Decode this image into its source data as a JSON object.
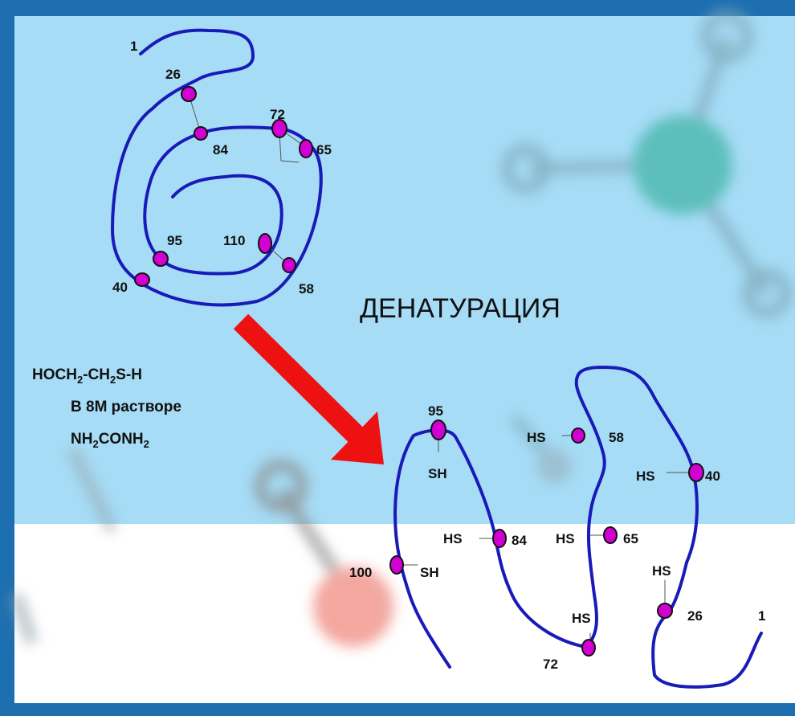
{
  "title": "ДЕНАТУРАЦИЯ",
  "conditions": {
    "line1": {
      "a": "HOCH",
      "s1": "2",
      "b": "-CH",
      "s2": "2",
      "c": "S-H"
    },
    "line2": "В 8M растворе",
    "line3": {
      "a": "NH",
      "s1": "2",
      "b": "CONH",
      "s2": "2"
    }
  },
  "native": {
    "terminus": "1",
    "residues": [
      "26",
      "84",
      "72",
      "65",
      "95",
      "110",
      "40",
      "58"
    ]
  },
  "denatured": {
    "terminus": "1",
    "residues": [
      "95",
      "100",
      "84",
      "72",
      "58",
      "65",
      "40",
      "26"
    ],
    "sh_labels": [
      "SH",
      "SH"
    ],
    "hs_labels": [
      "HS",
      "HS",
      "HS",
      "HS",
      "HS",
      "HS"
    ]
  },
  "colors": {
    "chain": "#1a1ab8",
    "residue": "#d200d2",
    "arrow": "#ee1111",
    "sky": "#a6dcf6",
    "ground": "#ffffff",
    "frame": "#1d6fb0"
  }
}
